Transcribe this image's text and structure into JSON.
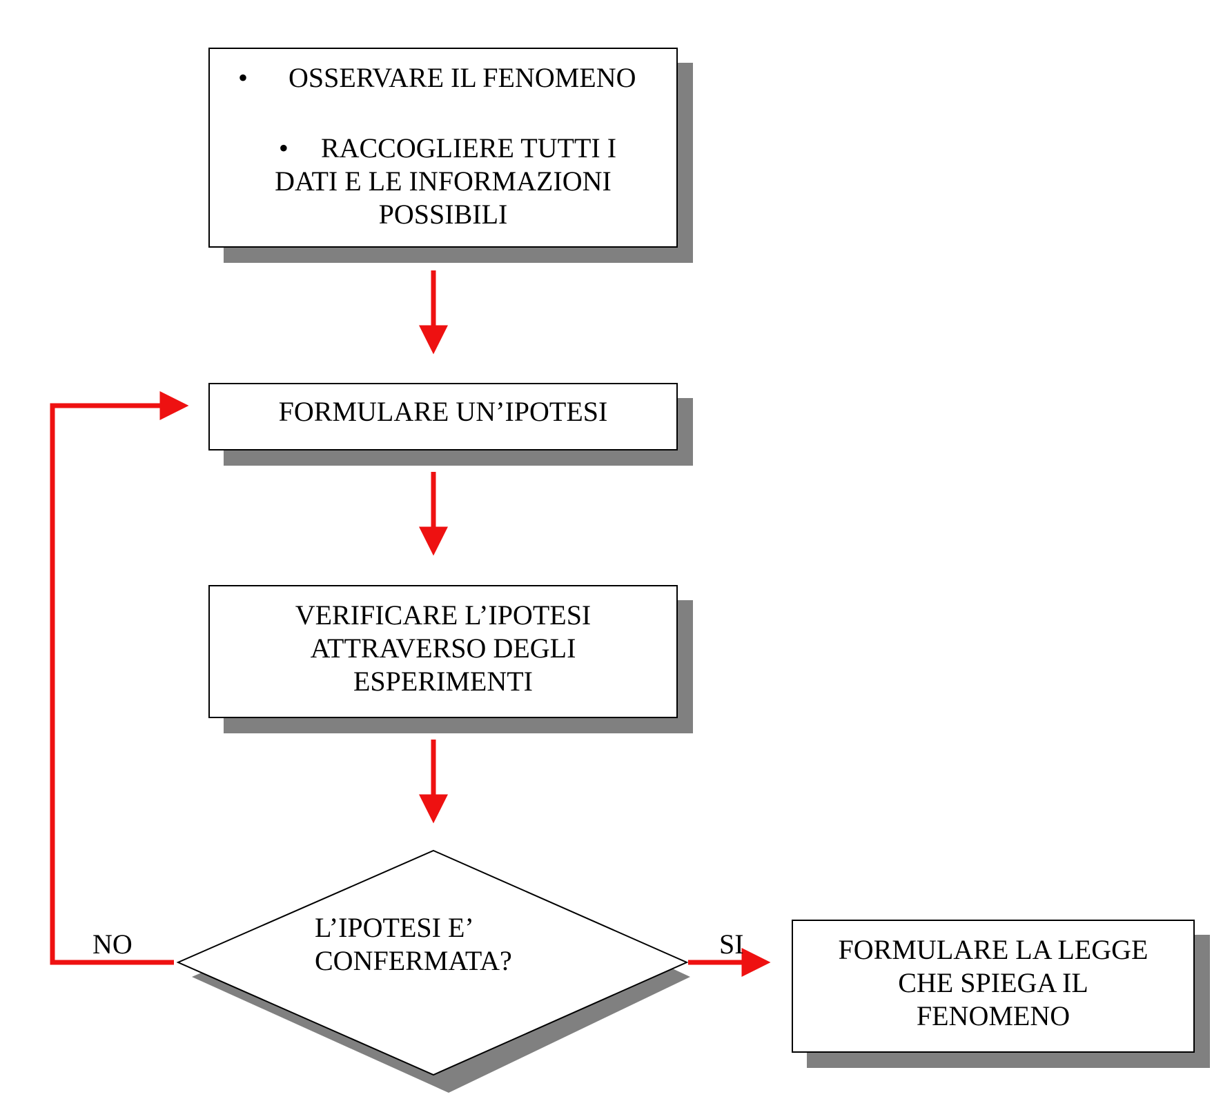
{
  "colors": {
    "arrow": "#ee1111",
    "box_border": "#000000",
    "shadow": "#808080",
    "background": "#ffffff"
  },
  "nodes": {
    "observe": {
      "items": [
        "OSSERVARE IL FENOMENO",
        "RACCOGLIERE TUTTI I DATI E LE INFORMAZIONI POSSIBILI"
      ],
      "item_2_lines": [
        "RACCOGLIERE TUTTI I",
        "DATI E LE INFORMAZIONI",
        "POSSIBILI"
      ]
    },
    "hypothesis": {
      "lines": [
        "FORMULARE UN’IPOTESI"
      ]
    },
    "verify": {
      "lines": [
        "VERIFICARE L’IPOTESI",
        "ATTRAVERSO DEGLI",
        "ESPERIMENTI"
      ]
    },
    "decision": {
      "lines": [
        "L’IPOTESI E’",
        "CONFERMATA?"
      ]
    },
    "law": {
      "lines": [
        "FORMULARE LA LEGGE",
        "CHE SPIEGA IL",
        "FENOMENO"
      ]
    }
  },
  "edges": {
    "no_label": "NO",
    "si_label": "SI"
  }
}
